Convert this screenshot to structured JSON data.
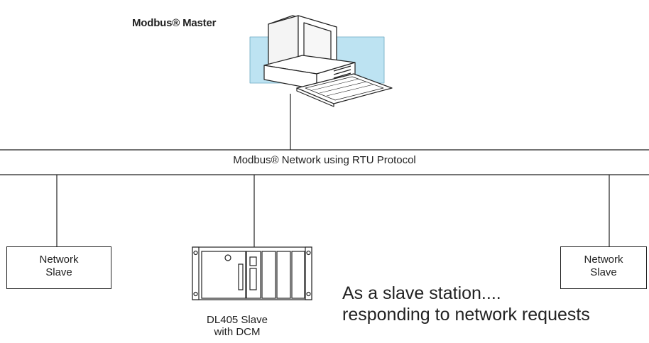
{
  "master": {
    "label": "Modbus® Master"
  },
  "network": {
    "label": "Modbus® Network using RTU Protocol"
  },
  "slaves": [
    {
      "line1": "Network",
      "line2": "Slave"
    },
    {
      "line1": "Network",
      "line2": "Slave"
    }
  ],
  "plc": {
    "line1": "DL405 Slave",
    "line2": "with DCM"
  },
  "note": {
    "line1": "As a slave station....",
    "line2": "responding to network requests"
  },
  "colors": {
    "accent": "#bde3f2",
    "stroke": "#222222"
  }
}
